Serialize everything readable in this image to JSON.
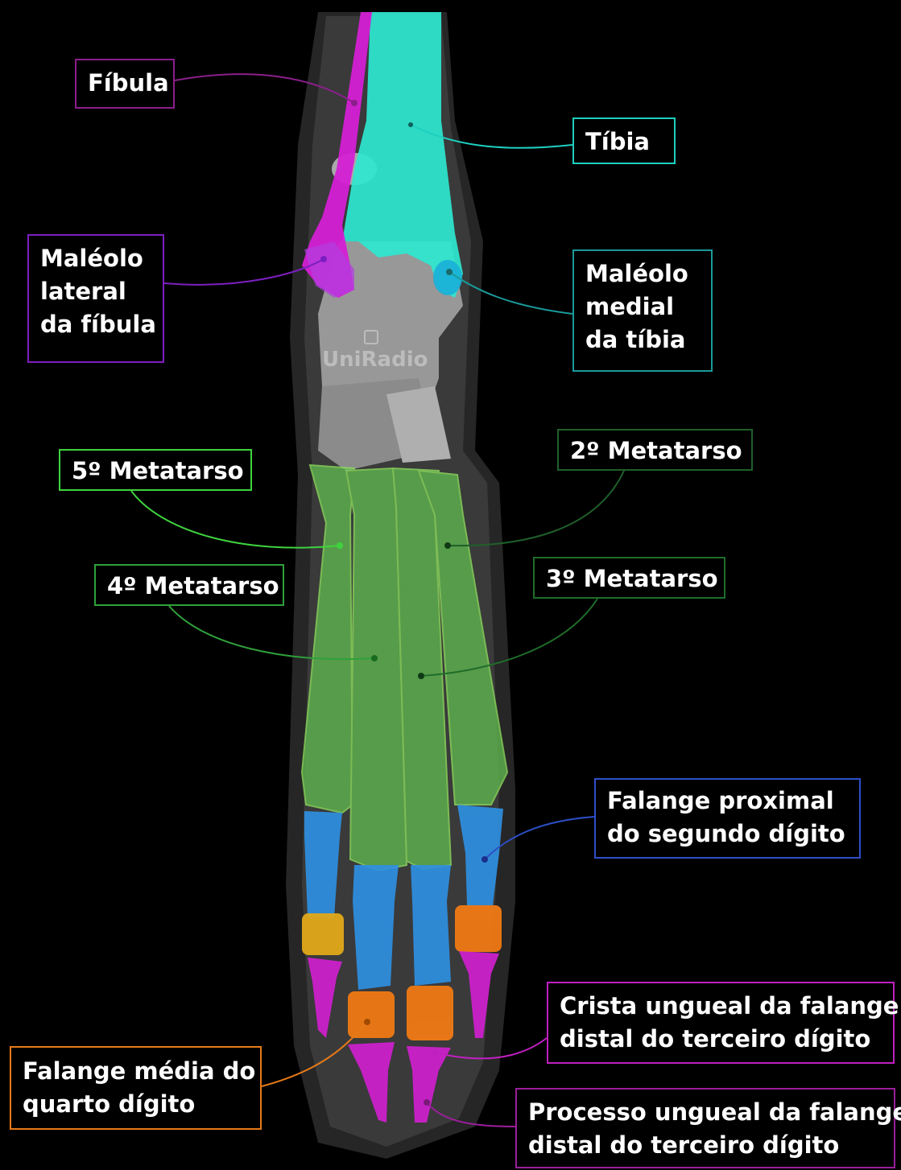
{
  "watermark": "UniRadio",
  "labels": {
    "fibula": "Fíbula",
    "tibia": "Tíbia",
    "malleolus_lateral": [
      "Maléolo",
      "lateral",
      "da fíbula"
    ],
    "malleolus_medial": [
      "Maléolo",
      "medial",
      "da tíbia"
    ],
    "metatarsal_5": "5º Metatarso",
    "metatarsal_2": "2º Metatarso",
    "metatarsal_4": "4º Metatarso",
    "metatarsal_3": "3º Metatarso",
    "proximal_phalanx_2nd": [
      "Falange proximal",
      "do segundo dígito"
    ],
    "ungual_crest_3rd": [
      "Crista ungueal da falange",
      "distal do terceiro dígito"
    ],
    "middle_phalanx_4th": [
      "Falange média do",
      "quarto dígito"
    ],
    "ungual_process_3rd": [
      "Processo ungueal da falange",
      "distal do terceiro dígito"
    ]
  },
  "colors": {
    "fibula": "#d41fd4",
    "tibia": "#2ee8cf",
    "metatarsals": "#5fb84f",
    "proximal_phalanges": "#2f8fe0",
    "middle_phalanges": "#f07a14",
    "middle_phalanx_5th": "#e0a818",
    "distal_phalanges": "#d01fcf"
  }
}
